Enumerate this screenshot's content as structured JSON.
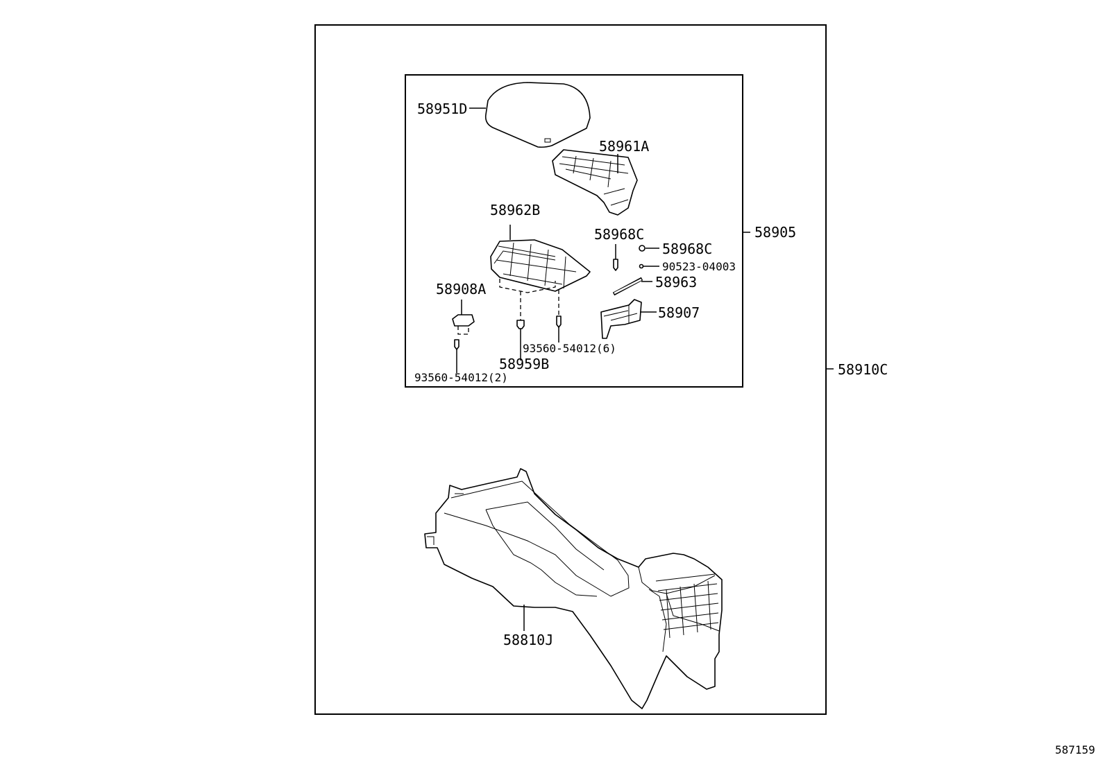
{
  "diagram": {
    "assembly_outer": "58910C",
    "assembly_inner": "58905",
    "drawing_number": "587159",
    "parts": {
      "lid": "58951D",
      "lid_inner": "58961A",
      "box": "58962B",
      "pin_a": "58968C",
      "pin_b": "58968C",
      "screw": "90523-04003",
      "rod": "58963",
      "hinge_bracket": "58907",
      "latch": "58908A",
      "clip_6": "93560-54012(6)",
      "clip_b": "58959B",
      "clip_2": "93560-54012(2)",
      "console_body": "58810J"
    }
  }
}
